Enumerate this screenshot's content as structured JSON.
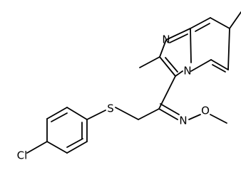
{
  "molecule": {
    "atom_labels": {
      "N1": "N",
      "N2": "N",
      "S": "S",
      "Cl": "Cl",
      "N3": "N",
      "O": "O"
    }
  }
}
